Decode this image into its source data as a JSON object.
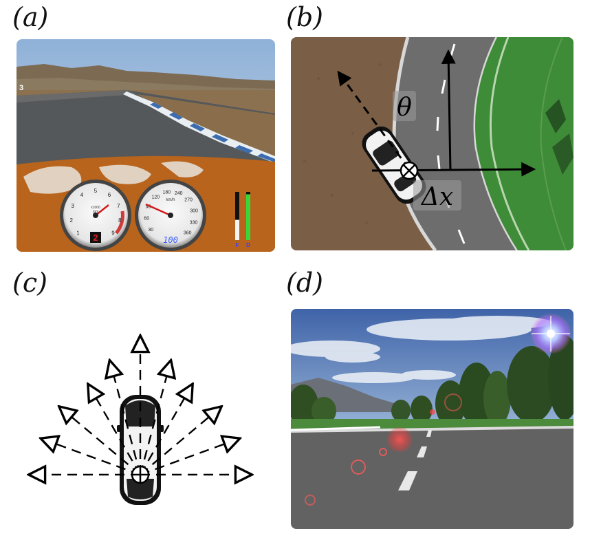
{
  "labels": {
    "a": "(a)",
    "b": "(b)",
    "c": "(c)",
    "d": "(d)"
  },
  "panel_a": {
    "lap_number": "3",
    "tach_unit": "x1000",
    "tach_sub": "rpm",
    "tach_ticks": [
      "1",
      "2",
      "3",
      "4",
      "5",
      "6",
      "7",
      "8",
      "9"
    ],
    "gear": "2",
    "speed_unit": "km/h",
    "speed_ticks": [
      "30",
      "60",
      "90",
      "120",
      "180",
      "240",
      "270",
      "300",
      "330",
      "360"
    ],
    "speed_readout": "100",
    "fuel_label": "F",
    "damage_label": "D",
    "fuel_level": 0.42,
    "damage_level": 0.95
  },
  "panel_b": {
    "theta_label": "θ",
    "dx_label": "Δx"
  },
  "colors": {
    "grass": "#3f8c38",
    "track_asphalt": "#6d6d6d",
    "dirt": "#7a5e45",
    "car_orange": "#b8641c",
    "sky": "#8fb1d8"
  }
}
